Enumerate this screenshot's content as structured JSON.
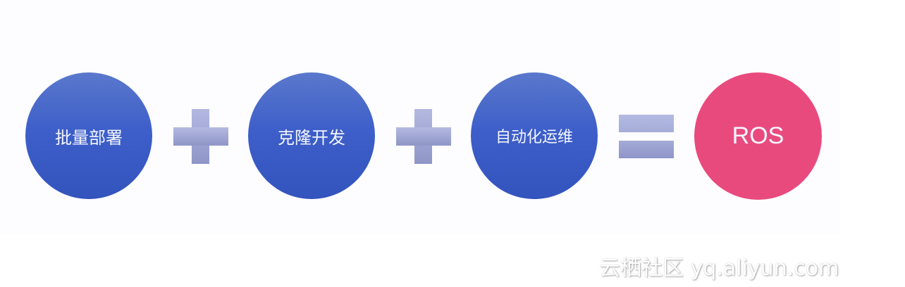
{
  "diagram": {
    "terms": [
      {
        "label": "批量部署",
        "color": "#3e5fc9"
      },
      {
        "label": "克隆开发",
        "color": "#3e5fc9"
      },
      {
        "label": "自动化运维",
        "color": "#3e5fc9"
      }
    ],
    "operators": [
      "plus",
      "plus",
      "equals"
    ],
    "result": {
      "label": "ROS",
      "color": "#e94a7e"
    },
    "operator_color": "#a2a9d6"
  },
  "watermark": {
    "text": "云栖社区 yq.aliyun.com"
  }
}
